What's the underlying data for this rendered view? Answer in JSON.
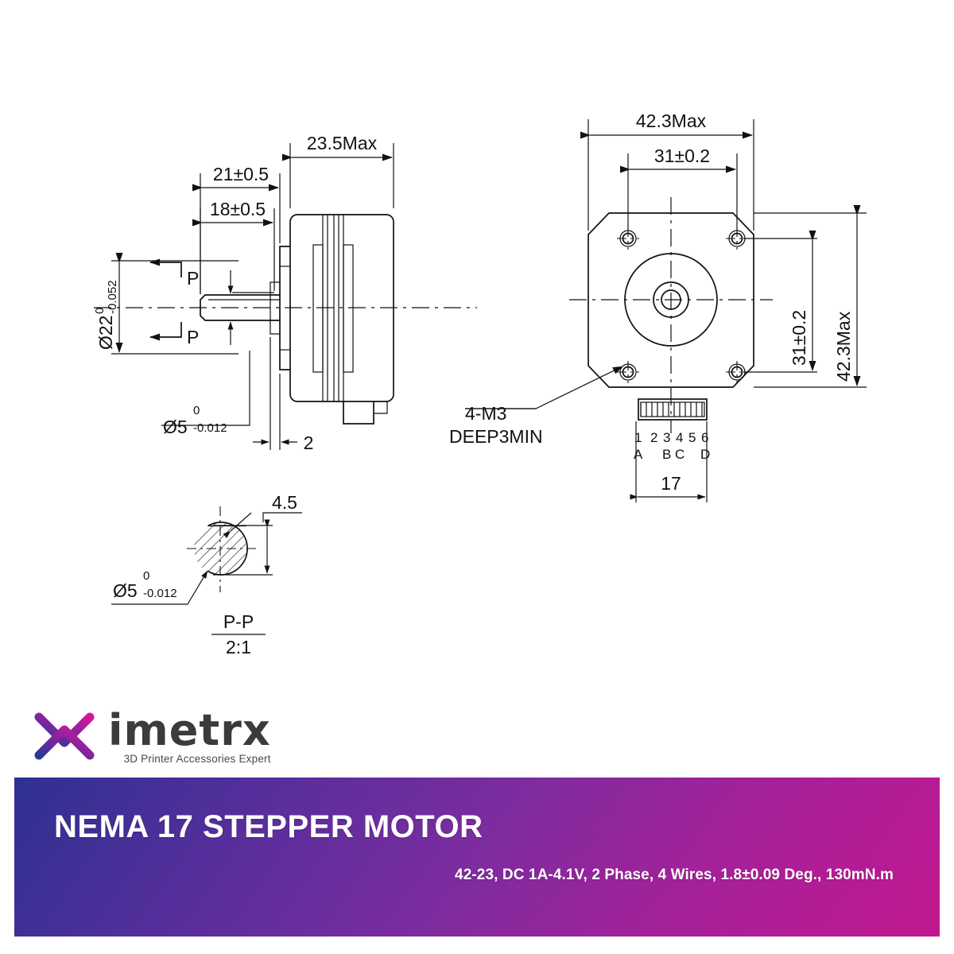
{
  "document": {
    "type": "technical-drawing",
    "subject": "NEMA 17 Stepper Motor"
  },
  "side_view": {
    "name": "side-view",
    "dimensions": {
      "body_length_max": "23.5Max",
      "shaft_len_total": "21±0.5",
      "shaft_len_flat": "18±0.5",
      "flange_dia": "Ø22",
      "flange_tol_upper": "0",
      "flange_tol_lower": "-0.052",
      "shaft_dia": "Ø5",
      "shaft_tol_upper": "0",
      "shaft_tol_lower": "-0.012",
      "boss_height": "2"
    },
    "section_marks": {
      "upper": "P",
      "lower": "P"
    }
  },
  "front_view": {
    "name": "front-view",
    "dimensions": {
      "width_max": "42.3Max",
      "hole_pitch_h": "31±0.2",
      "height_max": "42.3Max",
      "hole_pitch_v": "31±0.2",
      "connector_width": "17"
    },
    "notes": {
      "thread_callout_line1": "4-M3",
      "thread_callout_line2": "DEEP3MIN"
    },
    "connector": {
      "pin_numbers": [
        "1",
        "2",
        "3",
        "4",
        "5",
        "6"
      ],
      "pin_letters": [
        "A",
        "B",
        "C",
        "D"
      ]
    }
  },
  "section_view": {
    "name": "p-p-section",
    "label": "P-P",
    "scale": "2:1",
    "dimensions": {
      "flat_depth": "4.5",
      "shaft_dia": "Ø5",
      "shaft_tol_upper": "0",
      "shaft_tol_lower": "-0.012"
    }
  },
  "branding": {
    "wordmark": "imetrx",
    "tagline": "3D Printer Accessories Expert",
    "logo_gradient_start": "#2b3a93",
    "logo_gradient_end": "#d5179a",
    "wordmark_color": "#3b3b3b"
  },
  "banner": {
    "title": "NEMA 17 STEPPER MOTOR",
    "subtitle": "42-23, DC 1A-4.1V, 2 Phase, 4 Wires, 1.8±0.09 Deg., 130mN.m",
    "gradient_start": "#2e3191",
    "gradient_end": "#c2188f",
    "text_color": "#ffffff"
  }
}
